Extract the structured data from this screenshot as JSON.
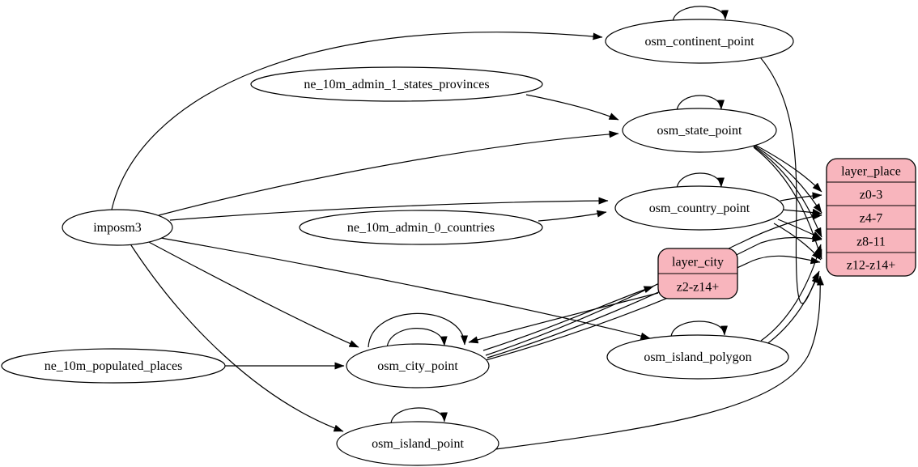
{
  "diagram": {
    "kind": "etl-graph",
    "colors": {
      "background": "#ffffff",
      "table_fill": "#ffffff",
      "layer_fill": "#f8b5bd",
      "stroke": "#000000",
      "text": "#000000"
    },
    "nodes": [
      {
        "id": "imposm3",
        "label": "imposm3",
        "kind": "source"
      },
      {
        "id": "ne_10m_admin_1_states_provinces",
        "label": "ne_10m_admin_1_states_provinces",
        "kind": "source"
      },
      {
        "id": "ne_10m_admin_0_countries",
        "label": "ne_10m_admin_0_countries",
        "kind": "source"
      },
      {
        "id": "ne_10m_populated_places",
        "label": "ne_10m_populated_places",
        "kind": "source"
      },
      {
        "id": "osm_continent_point",
        "label": "osm_continent_point",
        "kind": "table"
      },
      {
        "id": "osm_state_point",
        "label": "osm_state_point",
        "kind": "table"
      },
      {
        "id": "osm_country_point",
        "label": "osm_country_point",
        "kind": "table"
      },
      {
        "id": "osm_city_point",
        "label": "osm_city_point",
        "kind": "table"
      },
      {
        "id": "osm_island_polygon",
        "label": "osm_island_polygon",
        "kind": "table"
      },
      {
        "id": "osm_island_point",
        "label": "osm_island_point",
        "kind": "table"
      }
    ],
    "records": [
      {
        "id": "layer_place",
        "title": "layer_place",
        "rows": [
          "z0-3",
          "z4-7",
          "z8-11",
          "z12-z14+"
        ]
      },
      {
        "id": "layer_city",
        "title": "layer_city",
        "rows": [
          "z2-z14+"
        ]
      }
    ],
    "edges": [
      {
        "from": "imposm3",
        "to": "osm_continent_point"
      },
      {
        "from": "imposm3",
        "to": "osm_state_point"
      },
      {
        "from": "imposm3",
        "to": "osm_country_point"
      },
      {
        "from": "imposm3",
        "to": "osm_city_point"
      },
      {
        "from": "imposm3",
        "to": "osm_island_polygon"
      },
      {
        "from": "imposm3",
        "to": "osm_island_point"
      },
      {
        "from": "ne_10m_admin_1_states_provinces",
        "to": "osm_state_point"
      },
      {
        "from": "ne_10m_admin_0_countries",
        "to": "osm_country_point"
      },
      {
        "from": "ne_10m_populated_places",
        "to": "osm_city_point"
      },
      {
        "from": "osm_continent_point",
        "to": "osm_continent_point",
        "self": true
      },
      {
        "from": "osm_state_point",
        "to": "osm_state_point",
        "self": true
      },
      {
        "from": "osm_country_point",
        "to": "osm_country_point",
        "self": true
      },
      {
        "from": "osm_city_point",
        "to": "osm_city_point",
        "self": true,
        "variant": "outer"
      },
      {
        "from": "osm_city_point",
        "to": "osm_city_point",
        "self": true,
        "variant": "inner"
      },
      {
        "from": "osm_island_polygon",
        "to": "osm_island_polygon",
        "self": true
      },
      {
        "from": "osm_island_point",
        "to": "osm_island_point",
        "self": true
      },
      {
        "from": "osm_city_point",
        "to": "layer_city",
        "row": "z2-z14+"
      },
      {
        "from": "layer_city",
        "to": "osm_city_point"
      },
      {
        "from": "osm_state_point",
        "to": "layer_place",
        "row": "z0-3"
      },
      {
        "from": "osm_state_point",
        "to": "layer_place",
        "row": "z4-7"
      },
      {
        "from": "osm_state_point",
        "to": "layer_place",
        "row": "z8-11"
      },
      {
        "from": "osm_state_point",
        "to": "layer_place",
        "row": "z12-z14+"
      },
      {
        "from": "osm_country_point",
        "to": "layer_place",
        "row": "z0-3"
      },
      {
        "from": "osm_country_point",
        "to": "layer_place",
        "row": "z4-7"
      },
      {
        "from": "osm_country_point",
        "to": "layer_place",
        "row": "z8-11"
      },
      {
        "from": "osm_country_point",
        "to": "layer_place",
        "row": "z12-z14+"
      },
      {
        "from": "osm_continent_point",
        "to": "layer_place",
        "row": "z12-z14+"
      },
      {
        "from": "osm_island_polygon",
        "to": "layer_place",
        "row": "z8-11"
      },
      {
        "from": "osm_island_polygon",
        "to": "layer_place",
        "row": "z12-z14+"
      },
      {
        "from": "osm_island_point",
        "to": "layer_place",
        "row": "z12-z14+"
      },
      {
        "from": "osm_city_point",
        "to": "layer_place",
        "row": "z4-7"
      },
      {
        "from": "osm_city_point",
        "to": "layer_place",
        "row": "z8-11"
      },
      {
        "from": "osm_city_point",
        "to": "layer_place",
        "row": "z12-z14+"
      }
    ]
  }
}
